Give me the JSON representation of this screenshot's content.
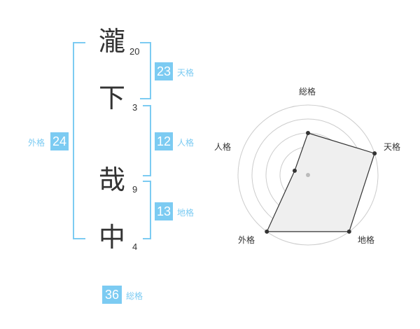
{
  "name_chars": [
    {
      "char": "瀧",
      "strokes": "20"
    },
    {
      "char": "下",
      "strokes": "3"
    },
    {
      "char": "哉",
      "strokes": "9"
    },
    {
      "char": "中",
      "strokes": "4"
    }
  ],
  "fortunes": {
    "tenkaku": {
      "value": "23",
      "label": "天格"
    },
    "jinkaku": {
      "value": "12",
      "label": "人格"
    },
    "chikaku": {
      "value": "13",
      "label": "地格"
    },
    "gaikaku": {
      "value": "24",
      "label": "外格"
    },
    "soukaku": {
      "value": "36",
      "label": "総格"
    }
  },
  "colors": {
    "accent": "#7ccbf2",
    "text": "#333333",
    "grid": "#cccccc",
    "fill": "#efefef"
  },
  "chart_data": {
    "type": "radar",
    "axes": [
      "総格",
      "天格",
      "地格",
      "外格",
      "人格"
    ],
    "values": [
      3,
      5,
      5,
      5,
      1
    ],
    "max": 5,
    "grid_levels": 5
  }
}
